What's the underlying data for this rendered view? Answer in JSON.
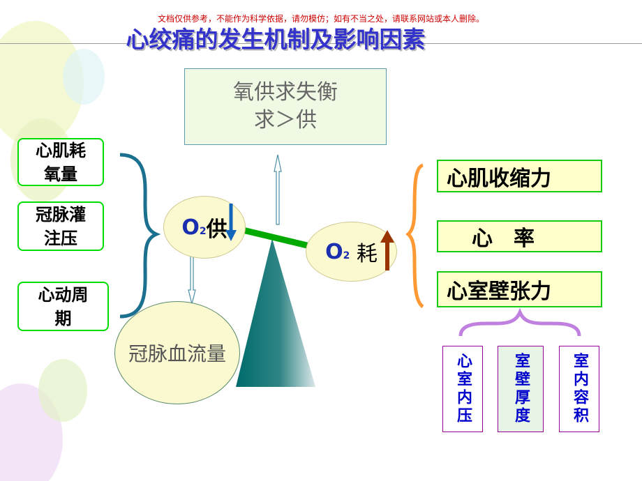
{
  "watermark": "文档仅供参考，不能作为科学依据，请勿模仿；如有不当之处，请联系网站或本人删除。",
  "title": "心绞痛的发生机制及影响因素",
  "top_box": {
    "line1": "氧供求失衡",
    "line2": "求＞供"
  },
  "left_factors": [
    {
      "text": "心肌耗氧量"
    },
    {
      "text": "冠脉灌注压"
    },
    {
      "text": "心动周期"
    }
  ],
  "o2_supply": {
    "o": "O",
    "sub": "2",
    "word": "供"
  },
  "o2_consume": {
    "o": "O",
    "sub": "2",
    "word": "耗"
  },
  "coronary_flow": "冠脉血流量",
  "right_factors": [
    {
      "text": "心肌收缩力"
    },
    {
      "text": "心　率"
    },
    {
      "text": "心室壁张力"
    }
  ],
  "sub_factors": [
    {
      "text": "心室内压"
    },
    {
      "text": "室壁厚度"
    },
    {
      "text": "室内容积"
    }
  ],
  "colors": {
    "title": "#3333cc",
    "brace_left": "#1b6f8f",
    "brace_right": "#ff9933",
    "brace_bottom": "#c080e0",
    "lever": "#00aa00",
    "arrow_down": "#1166bb",
    "arrow_up": "#993300"
  }
}
